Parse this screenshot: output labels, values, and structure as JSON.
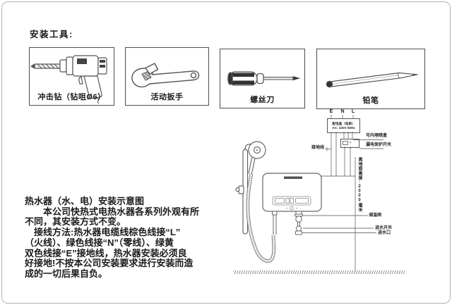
{
  "page": {
    "title": "安装工具:"
  },
  "colors": {
    "ink": "#1a1a1a",
    "line_art": "#555555",
    "page_border": "#b3b3b3"
  },
  "tools": [
    {
      "icon": "impact-drill-icon",
      "label": "冲击钻（钻咀Ø6）"
    },
    {
      "icon": "adjustable-wrench-icon",
      "label": "活动扳手"
    },
    {
      "icon": "screwdriver-icon",
      "label": "螺丝刀"
    },
    {
      "icon": "pencil-icon",
      "label": "铅笔"
    }
  ],
  "description": {
    "lines": [
      "热水器（水、电）安装示意图",
      "　　本公司快热式电热水器各系列外观有所",
      "不同，其安装方式不变。",
      "　接线方法:热水器电缆线棕色线接“L”",
      "（火线）、绿色线接“N”（零线）、绿黄",
      "双色线接“E”接地线，热水器安装必须良",
      "好接地!不按本公司安装要求进行安装而造",
      "成的一切后果自负。"
    ]
  },
  "diagram": {
    "terminals": {
      "e": "E",
      "n": "N",
      "l": "L"
    },
    "distribution_box": {
      "line1": "配电盒（电表）",
      "line2": "AC: 220V 50Hz"
    },
    "labels": {
      "ground_wire": "接地线",
      "concealed_box": "可内埋暗盒",
      "leakage_switch": "漏电保护开关",
      "height": "离地面高度:2000毫米",
      "temp_valve": "调温阀",
      "inlet_switch": "进水开关",
      "inlet": "进水口"
    }
  }
}
